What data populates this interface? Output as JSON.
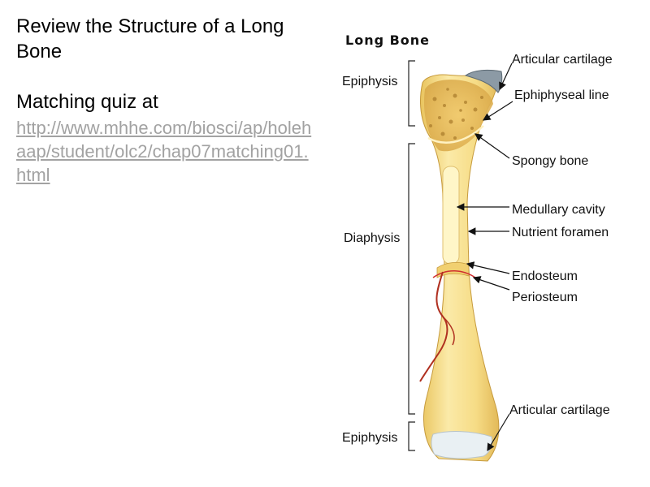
{
  "slide": {
    "title": "Review the Structure of a Long Bone",
    "quiz_label": "Matching quiz at",
    "quiz_link": "http://www.mhhe.com/biosci/ap/holehaap/student/olc2/chap07matching01.html"
  },
  "diagram": {
    "title": "Long Bone",
    "regions": {
      "epiphysis_top": "Epiphysis",
      "diaphysis": "Diaphysis",
      "epiphysis_bottom": "Epiphysis"
    },
    "labels": {
      "articular_cartilage_top": "Articular cartilage",
      "epiphyseal_line": "Ephiphyseal line",
      "spongy_bone": "Spongy bone",
      "medullary_cavity": "Medullary cavity",
      "nutrient_foramen": "Nutrient foramen",
      "endosteum": "Endosteum",
      "periosteum": "Periosteum",
      "articular_cartilage_bottom": "Articular cartilage"
    },
    "colors": {
      "bone": "#f3d98a",
      "bone_light": "#fbeeb4",
      "spongy": "#d9a94a",
      "cartilage": "#e6eef2",
      "vessel": "#b03020",
      "endosteum_line": "#d03030"
    }
  }
}
